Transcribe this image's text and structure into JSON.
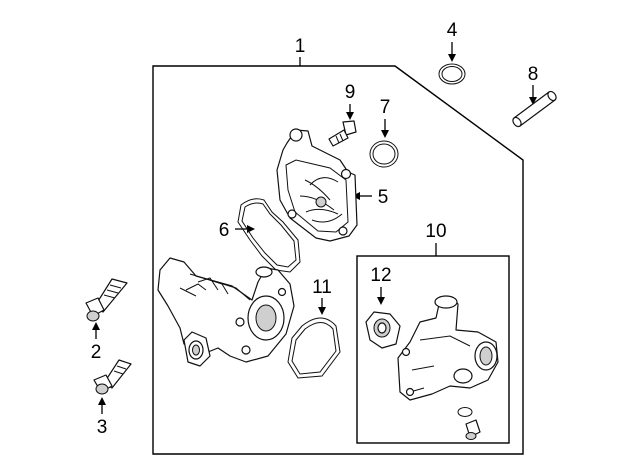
{
  "diagram": {
    "callouts": [
      {
        "id": "1",
        "label": "1"
      },
      {
        "id": "2",
        "label": "2"
      },
      {
        "id": "3",
        "label": "3"
      },
      {
        "id": "4",
        "label": "4"
      },
      {
        "id": "5",
        "label": "5"
      },
      {
        "id": "6",
        "label": "6"
      },
      {
        "id": "7",
        "label": "7"
      },
      {
        "id": "8",
        "label": "8"
      },
      {
        "id": "9",
        "label": "9"
      },
      {
        "id": "10",
        "label": "10"
      },
      {
        "id": "11",
        "label": "11"
      },
      {
        "id": "12",
        "label": "12"
      }
    ],
    "parts": [
      {
        "callout": "1",
        "icon": "water-pump-assembly-icon"
      },
      {
        "callout": "2",
        "icon": "bolt-icon"
      },
      {
        "callout": "3",
        "icon": "bolt-icon"
      },
      {
        "callout": "4",
        "icon": "o-ring-icon"
      },
      {
        "callout": "5",
        "icon": "water-pump-icon"
      },
      {
        "callout": "6",
        "icon": "gasket-icon"
      },
      {
        "callout": "7",
        "icon": "o-ring-icon"
      },
      {
        "callout": "8",
        "icon": "pin-icon"
      },
      {
        "callout": "9",
        "icon": "bolt-icon"
      },
      {
        "callout": "10",
        "icon": "thermostat-housing-icon"
      },
      {
        "callout": "11",
        "icon": "gasket-icon"
      },
      {
        "callout": "12",
        "icon": "thermostat-icon"
      }
    ]
  }
}
